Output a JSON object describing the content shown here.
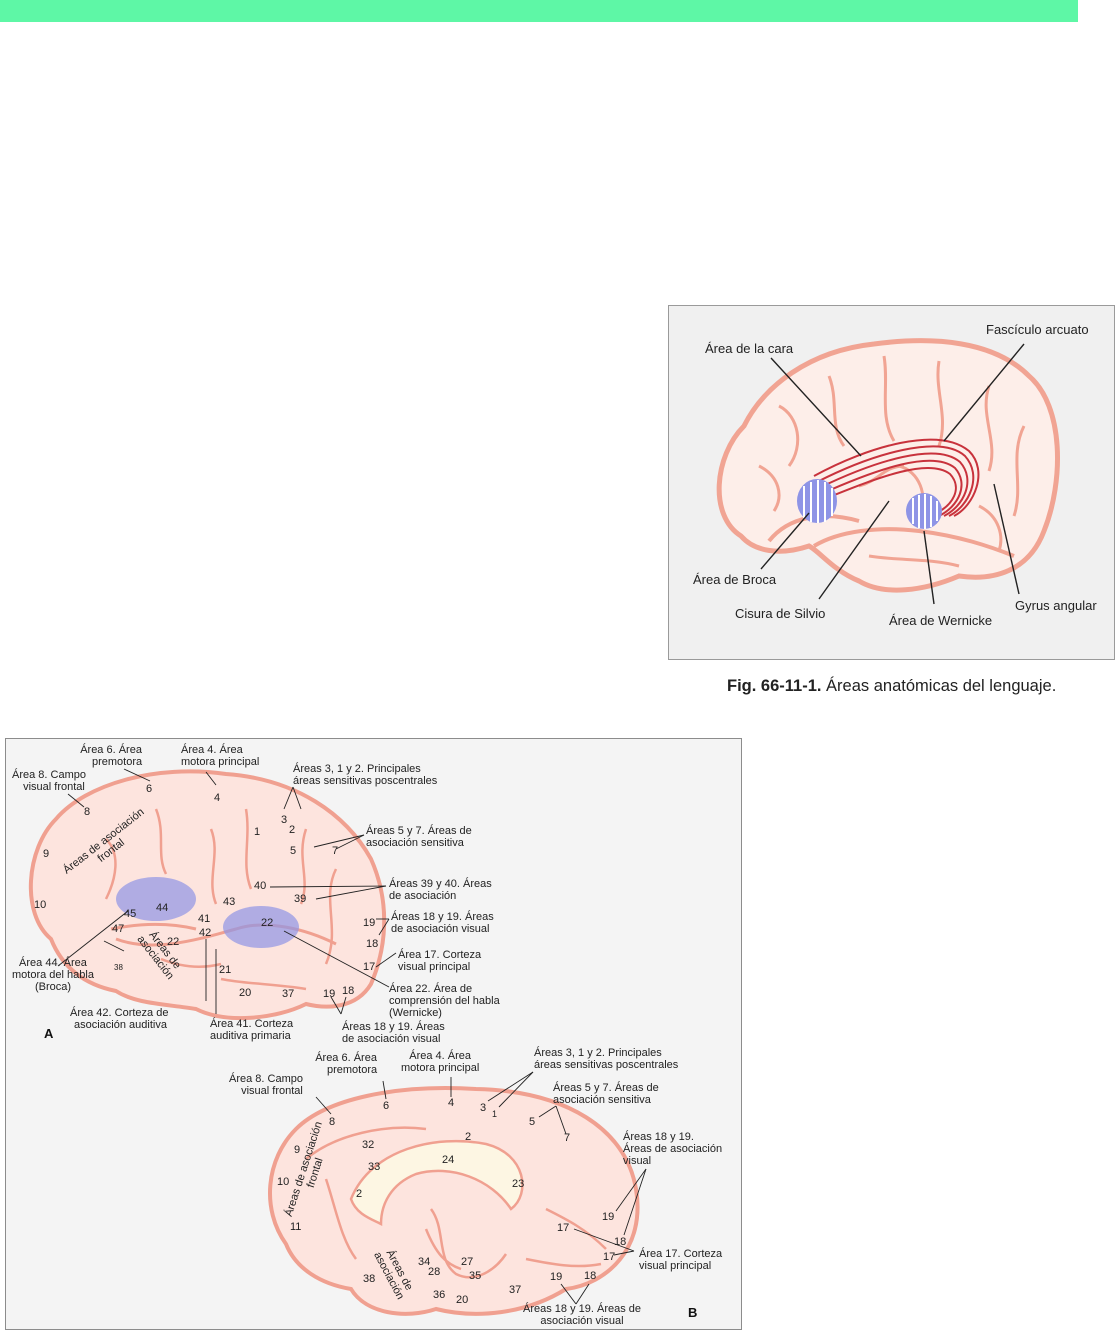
{
  "colors": {
    "top_bar": "#5ef7a6",
    "brain_outline": "#f0a090",
    "brain_fill": "#fde7e1",
    "fasciculus": "#c8323c",
    "language_area": "#7e86e0"
  },
  "figure1": {
    "labels": {
      "area_cara": "Área de la cara",
      "fasciculo": "Fascículo arcuato",
      "broca": "Área de Broca",
      "silvio": "Cisura de Silvio",
      "wernicke": "Área de Wernicke",
      "gyrus": "Gyrus angular"
    },
    "caption_number": "Fig. 66-11-1.",
    "caption_text": " Áreas anatómicas del lenguaje."
  },
  "figure2": {
    "panel_a": "A",
    "panel_b": "B",
    "a": {
      "t_area6": "Área 6. Área",
      "t_area6b": "premotora",
      "t_area4": "Área 4. Área",
      "t_area4b": "motora principal",
      "t_area8": "Área 8. Campo",
      "t_area8b": "visual frontal",
      "t_a312": "Áreas 3, 1 y 2. Principales",
      "t_a312b": "áreas sensitivas poscentrales",
      "t_a57": "Áreas 5 y 7. Áreas de",
      "t_a57b": "asociación sensitiva",
      "t_a3940": "Áreas 39 y 40. Áreas",
      "t_a3940b": "de asociación",
      "t_a1819": "Áreas 18 y 19. Áreas",
      "t_a1819b": "de asociación visual",
      "t_a17": "Área 17. Corteza",
      "t_a17b": "visual principal",
      "t_a22": "Área 22. Área de",
      "t_a22b": "comprensión del habla",
      "t_a22c": "(Wernicke)",
      "t_a44": "Área 44. Área",
      "t_a44b": "motora del habla",
      "t_a44c": "(Broca)",
      "t_a42": "Área 42. Corteza de",
      "t_a42b": "asociación auditiva",
      "t_a41": "Área 41. Corteza",
      "t_a41b": "auditiva primaria",
      "t_a1819bot": "Áreas 18 y 19. Áreas",
      "t_a1819botb": "de asociación visual",
      "rot_frontal": "Áreas de asociación",
      "rot_frontalb": "frontal",
      "rot_asoc": "Áreas de",
      "rot_asocb": "asociación",
      "nums": {
        "n6": "6",
        "n4": "4",
        "n8": "8",
        "n3": "3",
        "n1": "1",
        "n2": "2",
        "n5": "5",
        "n7": "7",
        "n9": "9",
        "n40": "40",
        "n39": "39",
        "n10": "10",
        "n45": "45",
        "n44": "44",
        "n43": "43",
        "n41": "41",
        "n42": "42",
        "n22": "22",
        "n19": "19",
        "n47": "47",
        "n18": "18",
        "n38": "38",
        "n21": "21",
        "n17": "17",
        "n20": "20",
        "n37": "37",
        "n19b": "19",
        "n18b": "18"
      }
    },
    "b": {
      "t_area6": "Área 6. Área",
      "t_area6b": "premotora",
      "t_area4": "Área 4. Área",
      "t_area4b": "motora principal",
      "t_area8": "Área 8. Campo",
      "t_area8b": "visual frontal",
      "t_a312": "Áreas 3, 1 y 2. Principales",
      "t_a312b": "áreas sensitivas poscentrales",
      "t_a57": "Áreas 5 y 7. Áreas de",
      "t_a57b": "asociación sensitiva",
      "t_a1819": "Áreas 18 y 19.",
      "t_a1819b": "Áreas de asociación",
      "t_a1819c": "visual",
      "t_a17": "Área 17. Corteza",
      "t_a17b": "visual principal",
      "t_a1819bot": "Áreas 18 y 19. Áreas de",
      "t_a1819botb": "asociación visual",
      "rot_frontal": "Áreas de asociación",
      "rot_frontalb": "frontal",
      "rot_asoc": "Áreas de",
      "rot_asocb": "asociación",
      "nums": {
        "n6": "6",
        "n4": "4",
        "n3": "3",
        "n1": "1",
        "n8": "8",
        "n5": "5",
        "n7": "7",
        "n32": "32",
        "n2": "2",
        "n9": "9",
        "n33": "33",
        "n24": "24",
        "n23": "23",
        "n10": "10",
        "n2b": "2",
        "n19": "19",
        "n11": "11",
        "n17": "17",
        "n18": "18",
        "n17b": "17",
        "n34": "34",
        "n27": "27",
        "n28": "28",
        "n35": "35",
        "n38": "38",
        "n37": "37",
        "n19b": "19",
        "n18b": "18",
        "n36": "36",
        "n20": "20"
      }
    }
  }
}
